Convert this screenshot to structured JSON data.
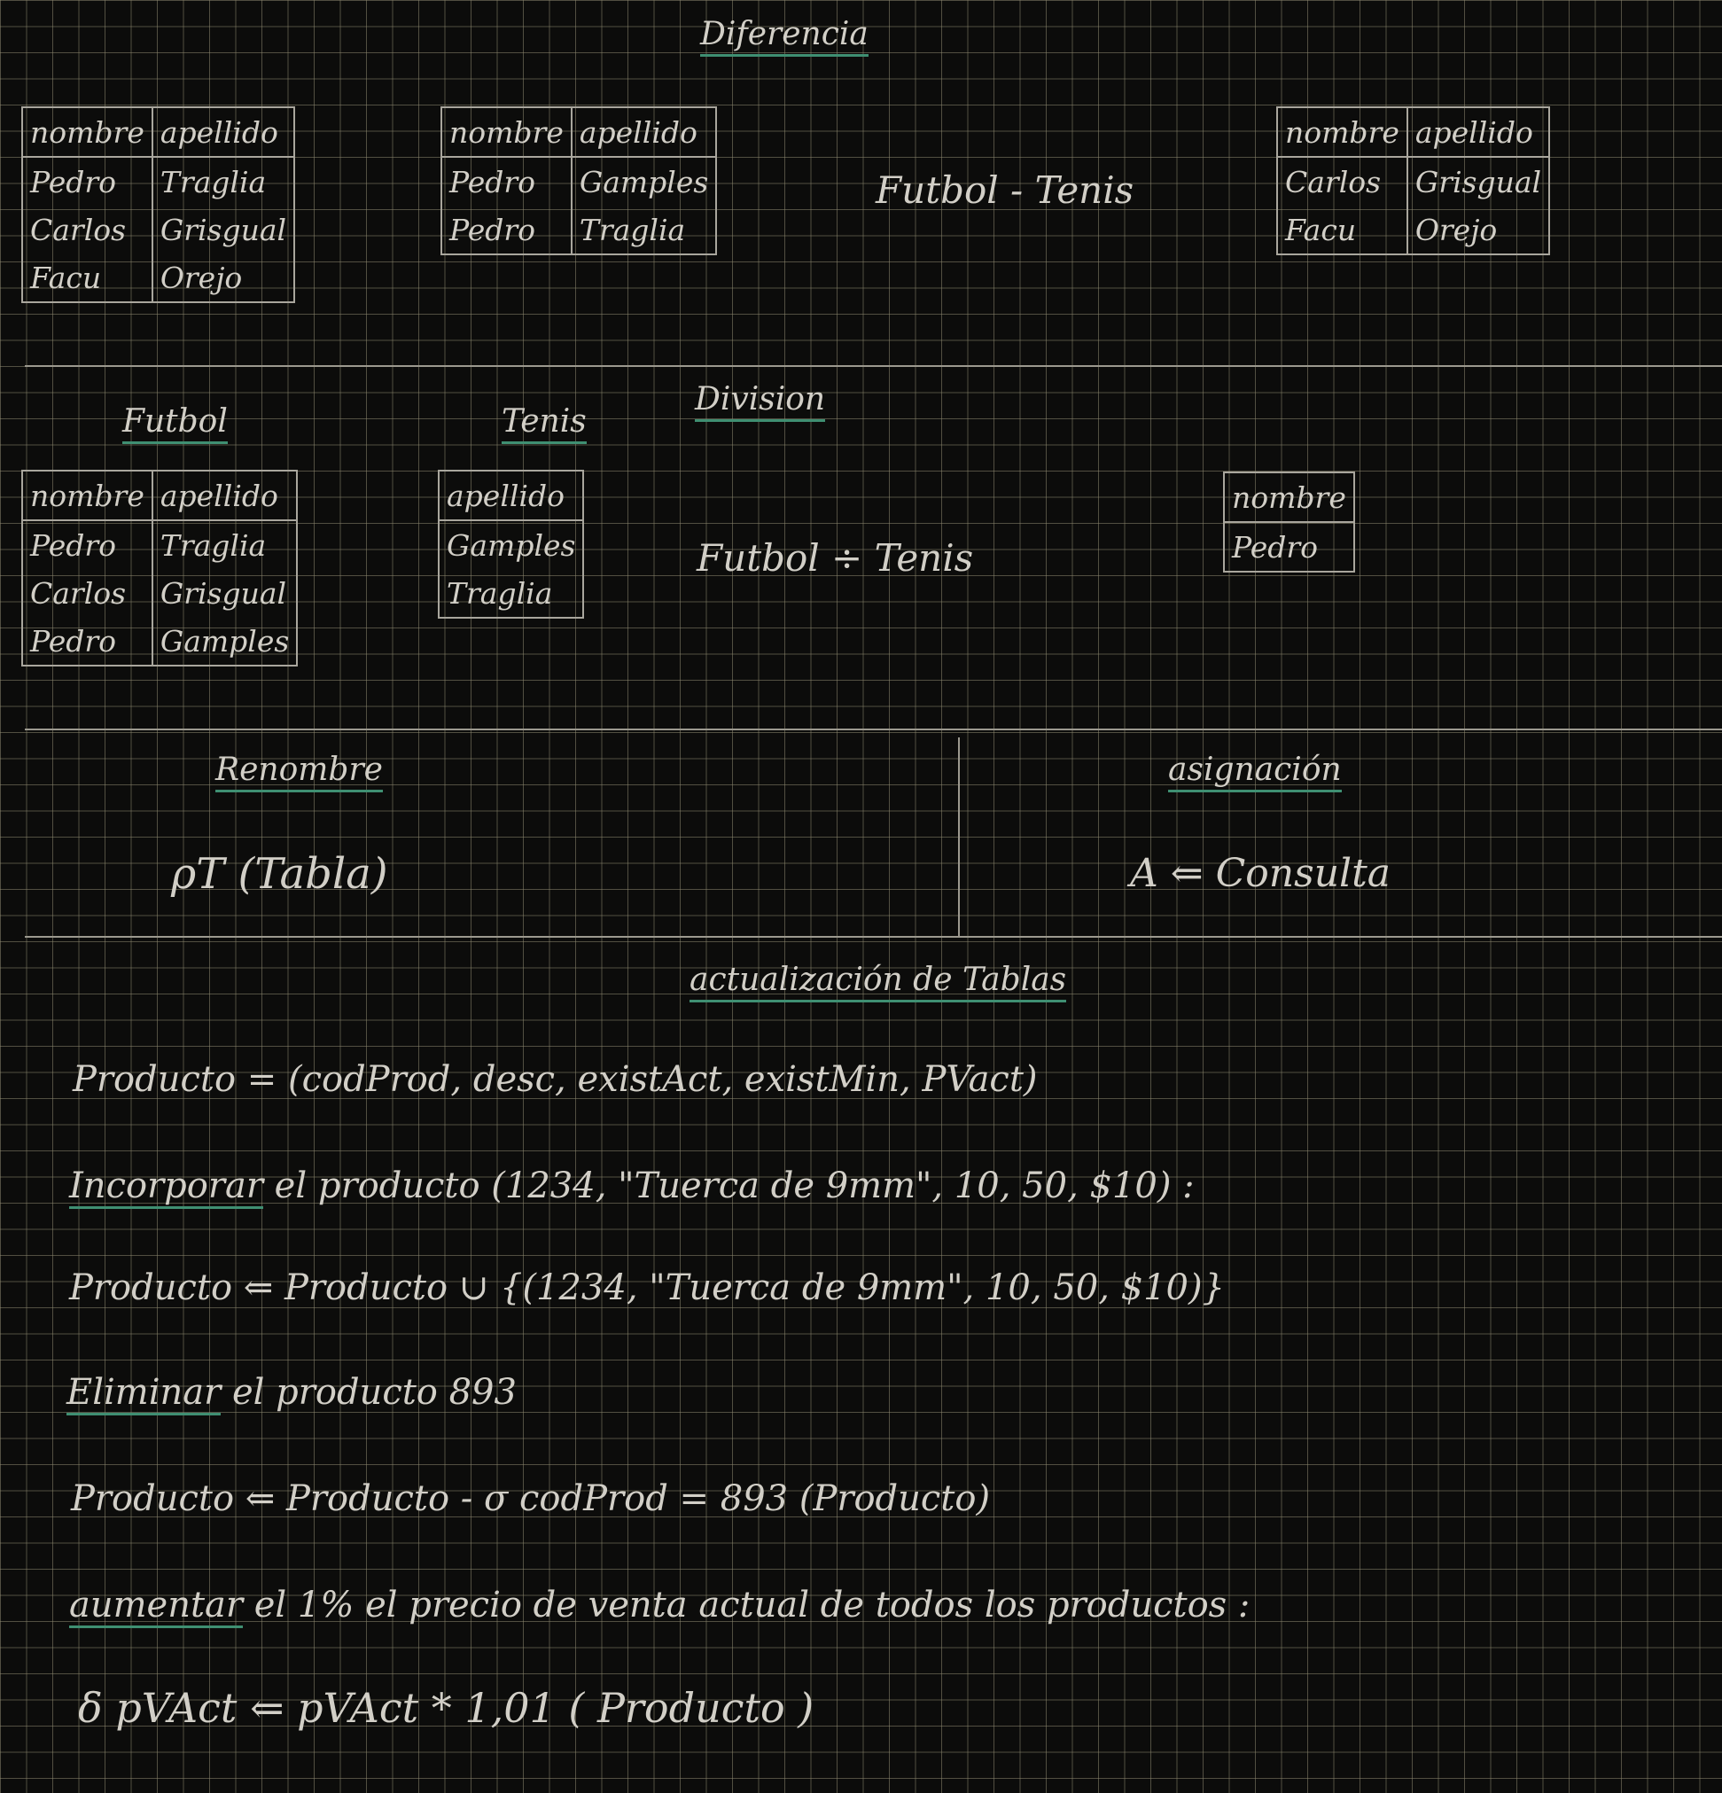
{
  "diferencia": {
    "title": "Diferencia",
    "table1": {
      "headers": [
        "nombre",
        "apellido"
      ],
      "rows": [
        [
          "Pedro",
          "Traglia"
        ],
        [
          "Carlos",
          "Grisgual"
        ],
        [
          "Facu",
          "Orejo"
        ]
      ]
    },
    "table2": {
      "headers": [
        "nombre",
        "apellido"
      ],
      "rows": [
        [
          "Pedro",
          "Gamples"
        ],
        [
          "Pedro",
          "Traglia"
        ]
      ]
    },
    "expression": "Futbol - Tenis",
    "table3": {
      "headers": [
        "nombre",
        "apellido"
      ],
      "rows": [
        [
          "Carlos",
          "Grisgual"
        ],
        [
          "Facu",
          "Orejo"
        ]
      ]
    }
  },
  "division": {
    "title": "Division",
    "futbol_label": "Futbol",
    "tenis_label": "Tenis",
    "table_futbol": {
      "headers": [
        "nombre",
        "apellido"
      ],
      "rows": [
        [
          "Pedro",
          "Traglia"
        ],
        [
          "Carlos",
          "Grisgual"
        ],
        [
          "Pedro",
          "Gamples"
        ]
      ]
    },
    "table_tenis": {
      "headers": [
        "apellido"
      ],
      "rows": [
        [
          "Gamples"
        ],
        [
          "Traglia"
        ]
      ]
    },
    "expression": "Futbol ÷ Tenis",
    "table_result": {
      "headers": [
        "nombre"
      ],
      "rows": [
        [
          "Pedro"
        ]
      ]
    }
  },
  "renombre": {
    "title": "Renombre",
    "expression": "ρT (Tabla)"
  },
  "asignacion": {
    "title": "asignación",
    "expression": "A ⇐ Consulta"
  },
  "actualizacion": {
    "title": "actualización de Tablas",
    "producto_def": "Producto = (codProd, desc, existAct, existMin, PVact)",
    "incorporar_label": "Incorporar",
    "incorporar_text": " el producto (1234, \"Tuerca de 9mm\", 10, 50, $10) :",
    "insert_expr": "Producto ⇐ Producto ∪ {(1234, \"Tuerca de 9mm\", 10, 50, $10)}",
    "eliminar_label": "Eliminar",
    "eliminar_text": " el producto 893",
    "delete_expr": "Producto ⇐ Producto - σ codProd = 893 (Producto)",
    "aumentar_label": "aumentar",
    "aumentar_text": " el 1% el precio de venta actual de todos los productos :",
    "update_expr": "δ pVAct ⇐ pVAct * 1,01 ( Producto )"
  }
}
